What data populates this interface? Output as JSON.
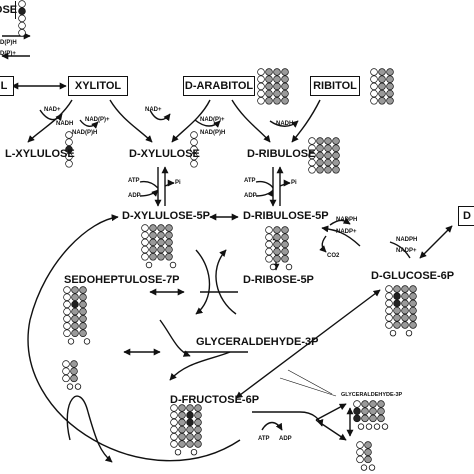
{
  "boxes": {
    "top_left": "OSE",
    "left": "L",
    "xylitol": "XYLITOL",
    "arabitol": "D-ARABITOL",
    "ribitol": "RIBITOL",
    "right_edge": "D"
  },
  "compounds": {
    "l_xylulose": "L-XYLULOSE",
    "d_xylulose": "D-XYLULOSE",
    "d_ribulose": "D-RIBULOSE",
    "d_xylulose_5p": "D-XYLULOSE-5P",
    "d_ribulose_5p": "D-RIBULOSE-5P",
    "sedoheptulose_7p": "SEDOHEPTULOSE-7P",
    "d_ribose_5p": "D-RIBOSE-5P",
    "glyceraldehyde_3p": "GLYCERALDEHYDE-3P",
    "d_glucose_6p": "D-GLUCOSE-6P",
    "d_fructose_6p": "D-FRUCTOSE-6P",
    "glyceraldehyde_3p_small": "GLYCERALDEHYDE-3P"
  },
  "cofactors": {
    "top_nadph": "D(P)H",
    "top_nadp": "D(P)+",
    "nad_plus_1": "NAD+",
    "nadh_1": "NADH",
    "nadph_1": "NAD(P)H",
    "nadp_1": "NAD(P)+",
    "nadp_2": "NAD(P)+",
    "nadph_2": "NAD(P)H",
    "nad_plus_2": "NAD+",
    "nadh_2": "NADH",
    "atp_1": "ATP",
    "adp_1": "ADP",
    "pi_1": "Pi",
    "atp_2": "ATP",
    "adp_2": "ADP",
    "pi_2": "Pi",
    "nadph_3": "NADPH",
    "nadp_3": "NADP+",
    "nadph_4": "NADPH",
    "nadp_4": "NADP+",
    "co2": "CO2",
    "atp_3": "ATP",
    "adp_3": "ADP"
  },
  "colors": {
    "ink": "#111111",
    "filled": "#222222",
    "grey": "#9a9a9a",
    "hollow": "#ffffff"
  }
}
